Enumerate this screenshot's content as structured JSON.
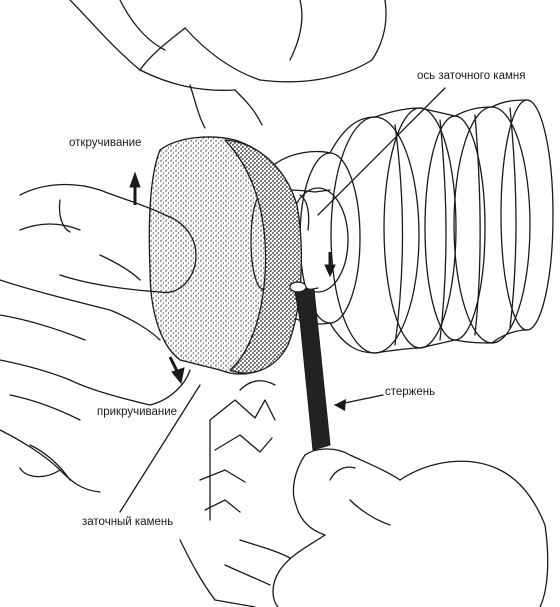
{
  "labels": {
    "grinding_wheel_axis": "ось заточного камня",
    "unscrewing": "откручивание",
    "screwing": "прикручивание",
    "rod": "стержень",
    "grinding_stone": "заточный камень"
  },
  "colors": {
    "ink": "#1a1a1a",
    "background": "#ffffff",
    "rod_fill": "#222222",
    "stone_stipple": "#2a2a2a"
  }
}
